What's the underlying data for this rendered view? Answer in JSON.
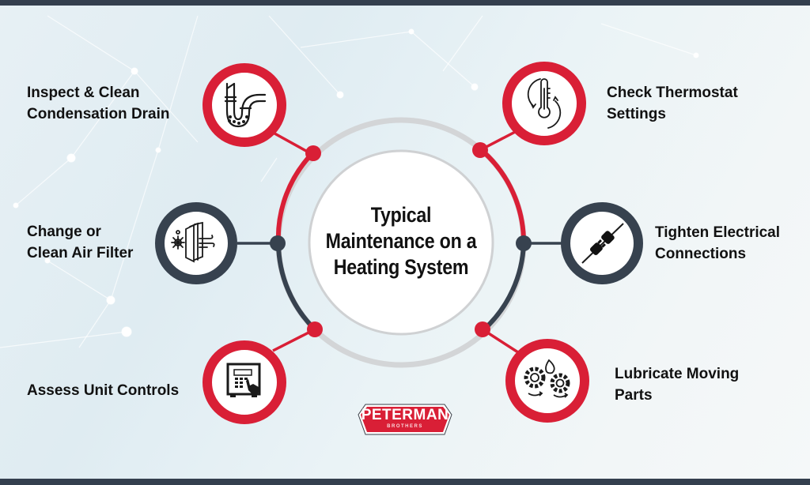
{
  "title": "Typical\nMaintenance on a\nHeating System",
  "colors": {
    "red": "#d91f36",
    "dark": "#37424f",
    "gray_ring": "#d3d5d7",
    "bar": "#343f4e"
  },
  "items": [
    {
      "id": "drain",
      "label": "Inspect & Clean\nCondensation Drain",
      "icon": "pipe-drain-icon",
      "ring": "red"
    },
    {
      "id": "filter",
      "label": "Change or\nClean Air Filter",
      "icon": "air-filter-icon",
      "ring": "dark"
    },
    {
      "id": "controls",
      "label": "Assess Unit Controls",
      "icon": "control-panel-icon",
      "ring": "red"
    },
    {
      "id": "thermostat",
      "label": "Check Thermostat\nSettings",
      "icon": "thermostat-icon",
      "ring": "red"
    },
    {
      "id": "electrical",
      "label": "Tighten Electrical\nConnections",
      "icon": "plug-icon",
      "ring": "dark"
    },
    {
      "id": "lubricate",
      "label": "Lubricate Moving\nParts",
      "icon": "gears-oil-icon",
      "ring": "red"
    }
  ],
  "logo": {
    "name": "PETERMAN",
    "sub": "BROTHERS"
  }
}
